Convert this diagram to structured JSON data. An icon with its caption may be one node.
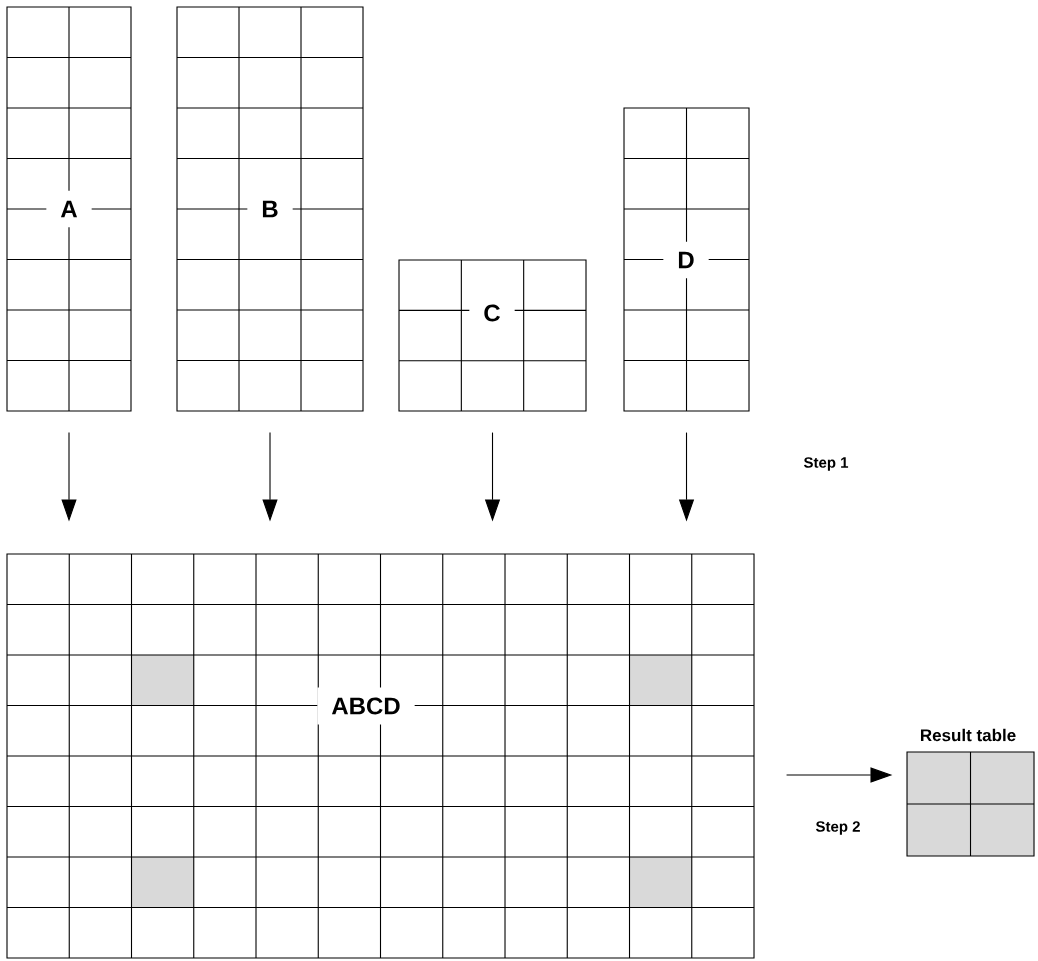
{
  "diagram": {
    "nodes": [
      {
        "text": [
          "A"
        ]
      },
      {
        "text": [
          "B"
        ]
      },
      {
        "text": [
          "C"
        ]
      },
      {
        "text": [
          "D"
        ]
      },
      {
        "text": [
          "ABCD"
        ]
      },
      {
        "text": [
          "Result table"
        ]
      }
    ],
    "edges": [
      {
        "from": 0,
        "to": 4,
        "arrow": "to"
      },
      {
        "from": 1,
        "to": 4,
        "arrow": "to"
      },
      {
        "from": 2,
        "to": 4,
        "arrow": "to"
      },
      {
        "from": 3,
        "to": 4,
        "arrow": "to"
      },
      {
        "from": 4,
        "to": 5,
        "arrow": "to",
        "label": "Step 2"
      }
    ],
    "labels": [
      "Step 1"
    ]
  }
}
